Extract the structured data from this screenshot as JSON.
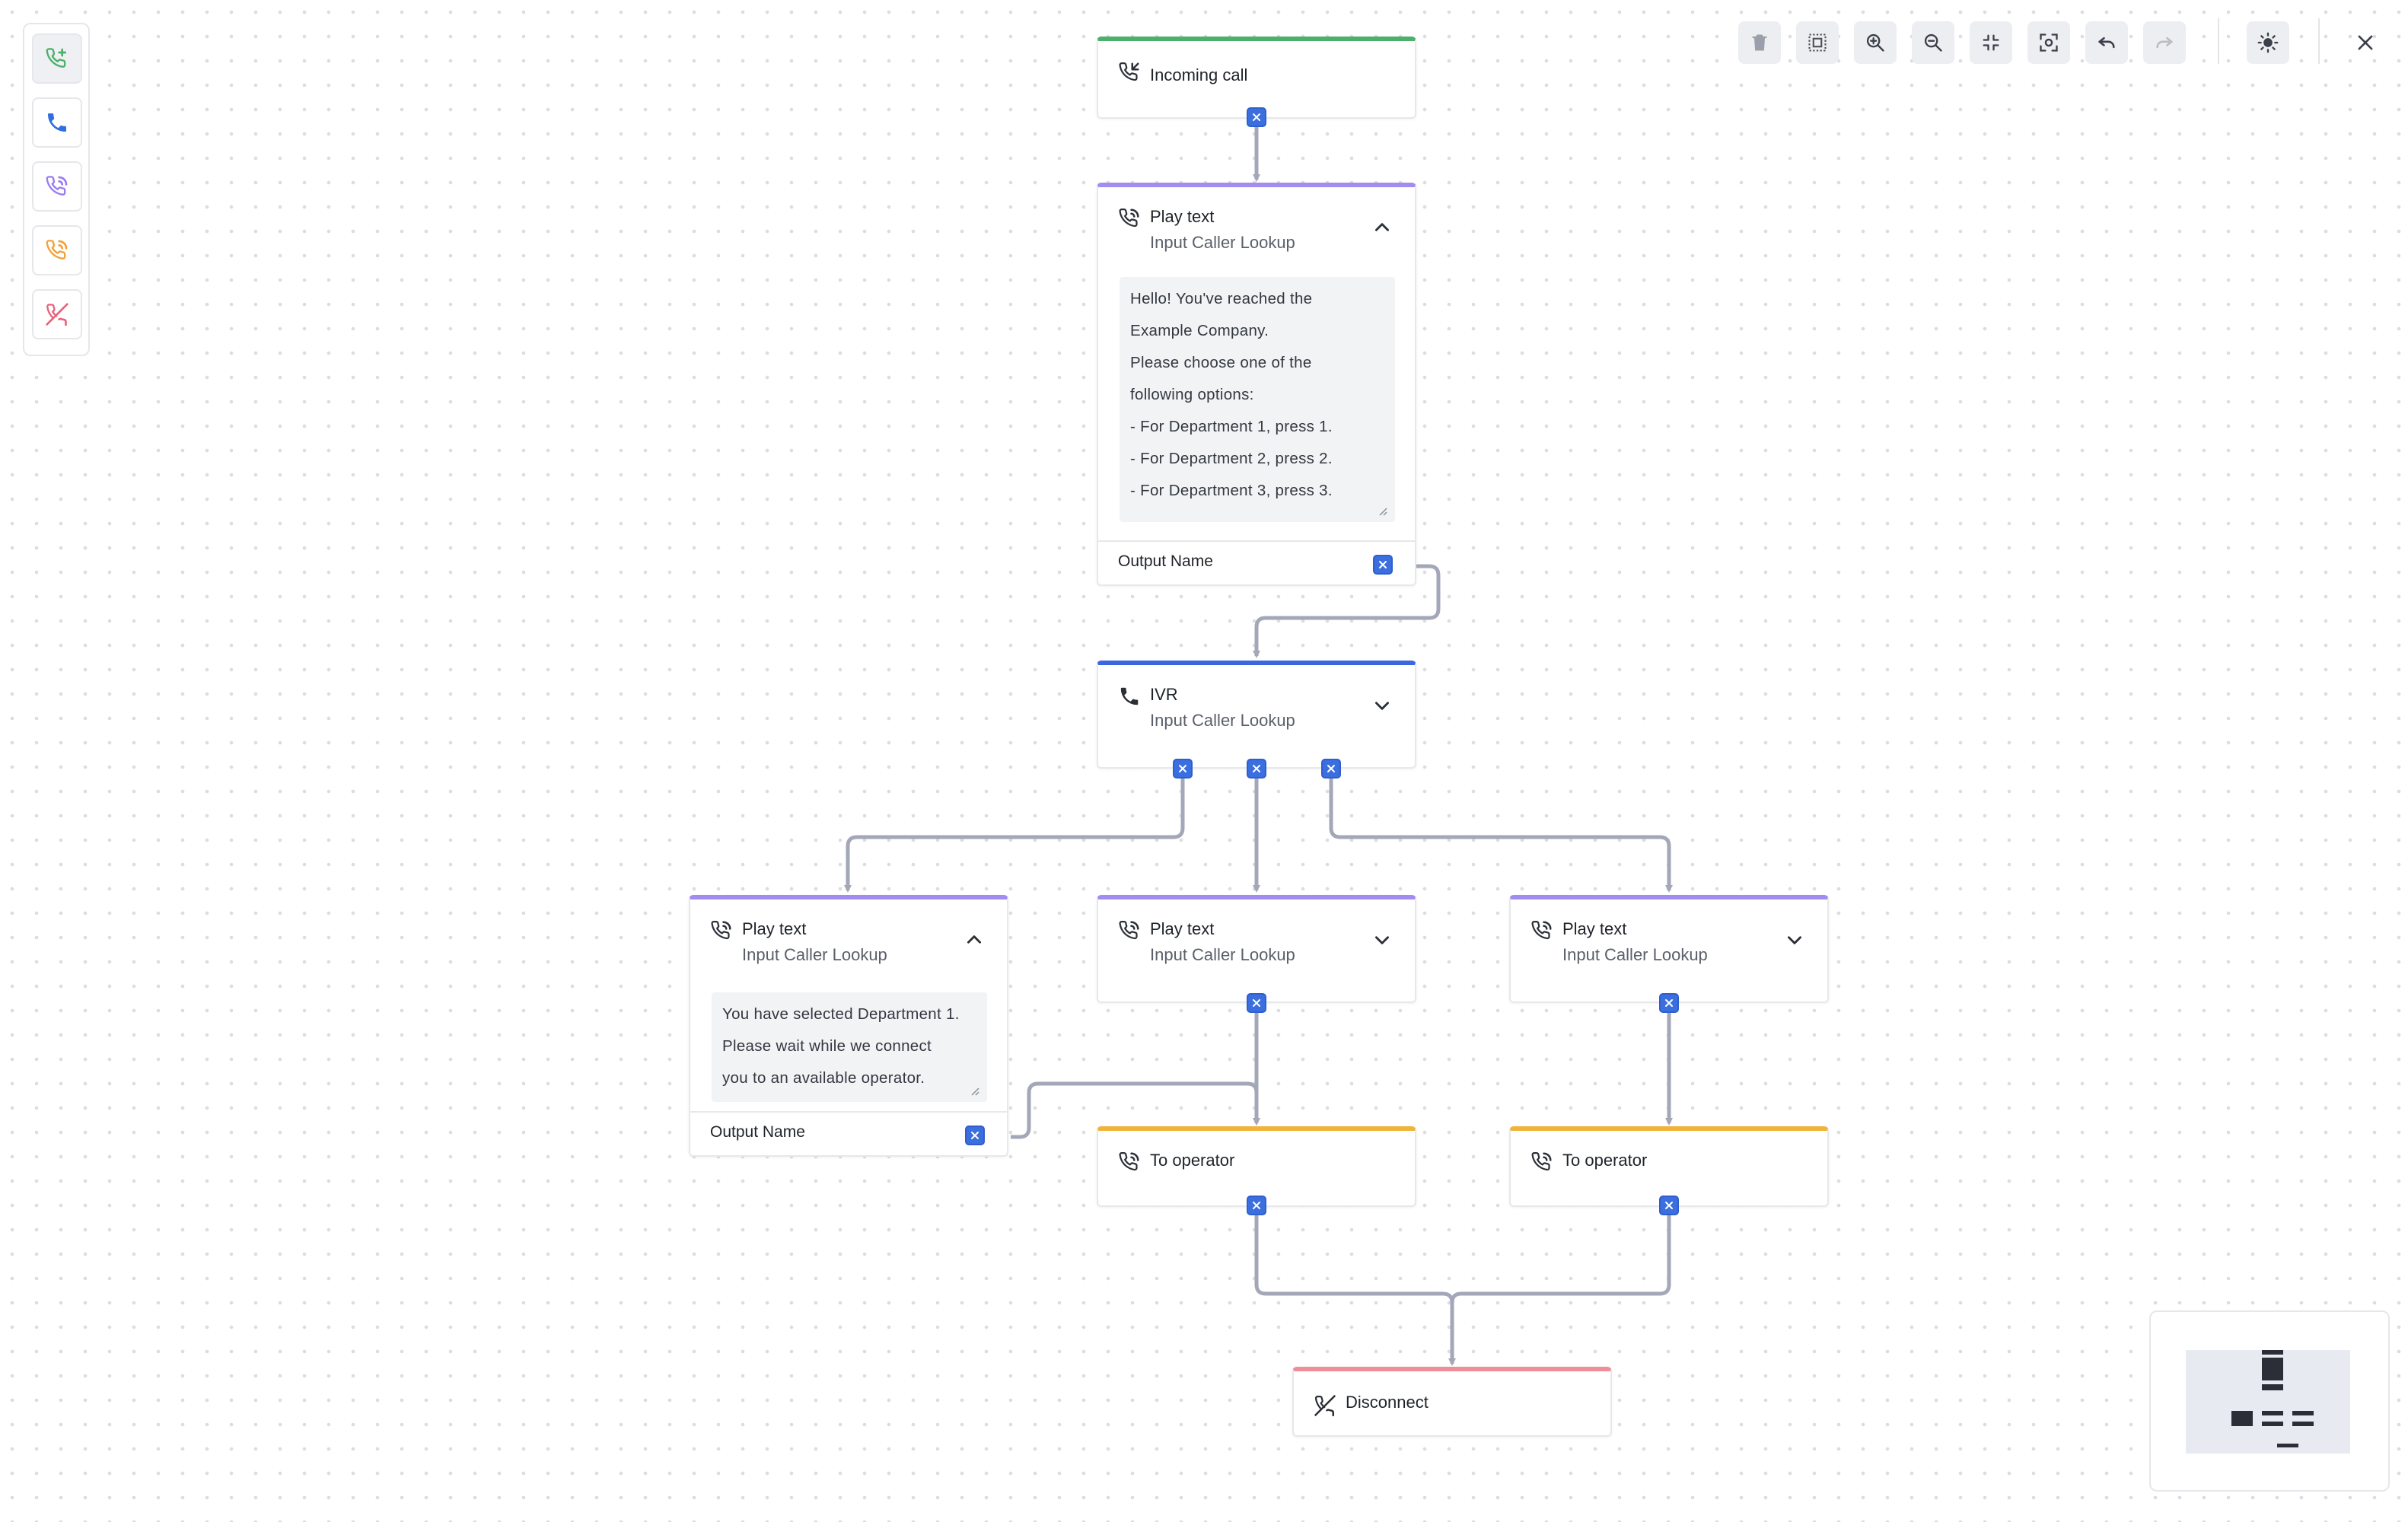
{
  "palette": {
    "items": [
      {
        "name": "incoming-call",
        "color": "#4caf6a"
      },
      {
        "name": "ivr",
        "color": "#2f6fe0"
      },
      {
        "name": "play-text",
        "color": "#9b7cf0"
      },
      {
        "name": "to-operator",
        "color": "#f0a23a"
      },
      {
        "name": "disconnect",
        "color": "#e8627a"
      }
    ]
  },
  "toolbar": {
    "buttons": [
      "delete-icon",
      "select-all-icon",
      "zoom-in-icon",
      "zoom-out-icon",
      "collapse-icon",
      "fit-view-icon",
      "undo-icon",
      "redo-icon",
      "theme-icon",
      "close-icon"
    ]
  },
  "nodes": {
    "incoming": {
      "title": "Incoming call",
      "color": "#4caf6a"
    },
    "play_main": {
      "title": "Play text",
      "subtitle": "Input Caller Lookup",
      "color": "#a38cf0",
      "text_lines": [
        "Hello! You've reached the",
        "Example Company.",
        "Please choose one of the",
        "following options:",
        "- For Department 1, press 1.",
        "- For Department 2, press 2.",
        "- For Department 3, press 3."
      ],
      "output_label": "Output Name"
    },
    "ivr": {
      "title": "IVR",
      "subtitle": "Input Caller Lookup",
      "color": "#3b66e0"
    },
    "play_1": {
      "title": "Play text",
      "subtitle": "Input Caller Lookup",
      "color": "#a38cf0",
      "text_lines": [
        "You have selected Department 1.",
        "Please wait while we connect",
        "you to an available operator."
      ],
      "output_label": "Output Name"
    },
    "play_2": {
      "title": "Play text",
      "subtitle": "Input Caller Lookup",
      "color": "#a38cf0"
    },
    "play_3": {
      "title": "Play text",
      "subtitle": "Input Caller Lookup",
      "color": "#a38cf0"
    },
    "operator_1": {
      "title": "To operator",
      "color": "#f0b43a"
    },
    "operator_2": {
      "title": "To operator",
      "color": "#f0b43a"
    },
    "disconnect": {
      "title": "Disconnect",
      "color": "#ee8e98"
    }
  },
  "colors": {
    "port": "#3b6fe0",
    "wire": "#a3a7b8",
    "accent": "#3b6fe0"
  }
}
